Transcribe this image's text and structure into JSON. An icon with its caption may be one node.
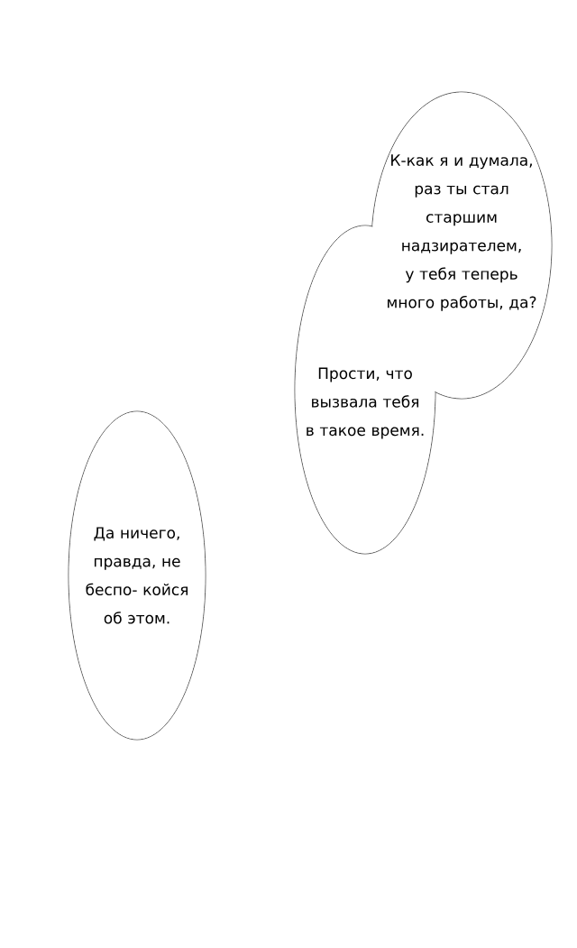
{
  "diagram": {
    "nodes": [
      {
        "text": [
          "К-как я и думала, раз ты стал старшим надзирателем, у тебя теперь много работы, да?"
        ]
      },
      {
        "text": [
          "Прости, что вызвала тебя в такое время."
        ]
      },
      {
        "text": [
          "Да ничего, правда, не беспо- койся об этом."
        ]
      }
    ]
  }
}
